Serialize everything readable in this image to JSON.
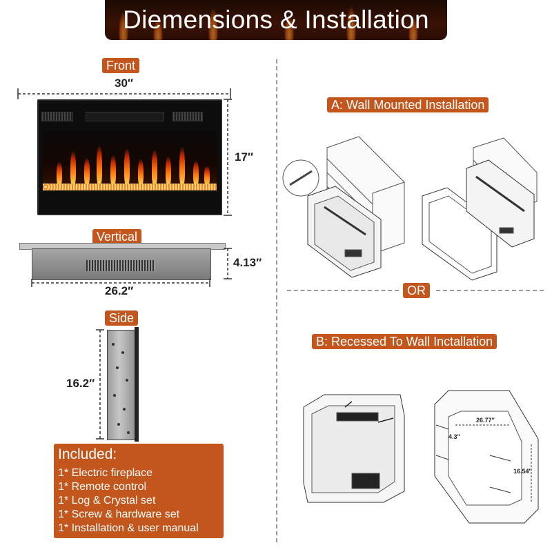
{
  "title": "Diemensions & Installation",
  "views": {
    "front": {
      "label": "Front",
      "width": "30″",
      "height": "17″"
    },
    "vertical": {
      "label": "Vertical",
      "width": "26.2″",
      "depth": "4.13″"
    },
    "side": {
      "label": "Side",
      "height": "16.2″"
    }
  },
  "included": {
    "heading": "Included:",
    "items": [
      "1* Electric fireplace",
      "1* Remote control",
      "1* Log & Crystal set",
      "1* Screw & hardware set",
      "1* Installation & user manual"
    ]
  },
  "installation": {
    "wall_mounted": "A: Wall Mounted Installation",
    "or_label": "OR",
    "recessed": "B: Recessed To Wall Inctallation",
    "recess_dims": {
      "width": "26.77″",
      "depth": "4.3″",
      "height": "16.54″"
    }
  },
  "colors": {
    "accent": "#c2561c",
    "banner": "#2a0c03"
  }
}
